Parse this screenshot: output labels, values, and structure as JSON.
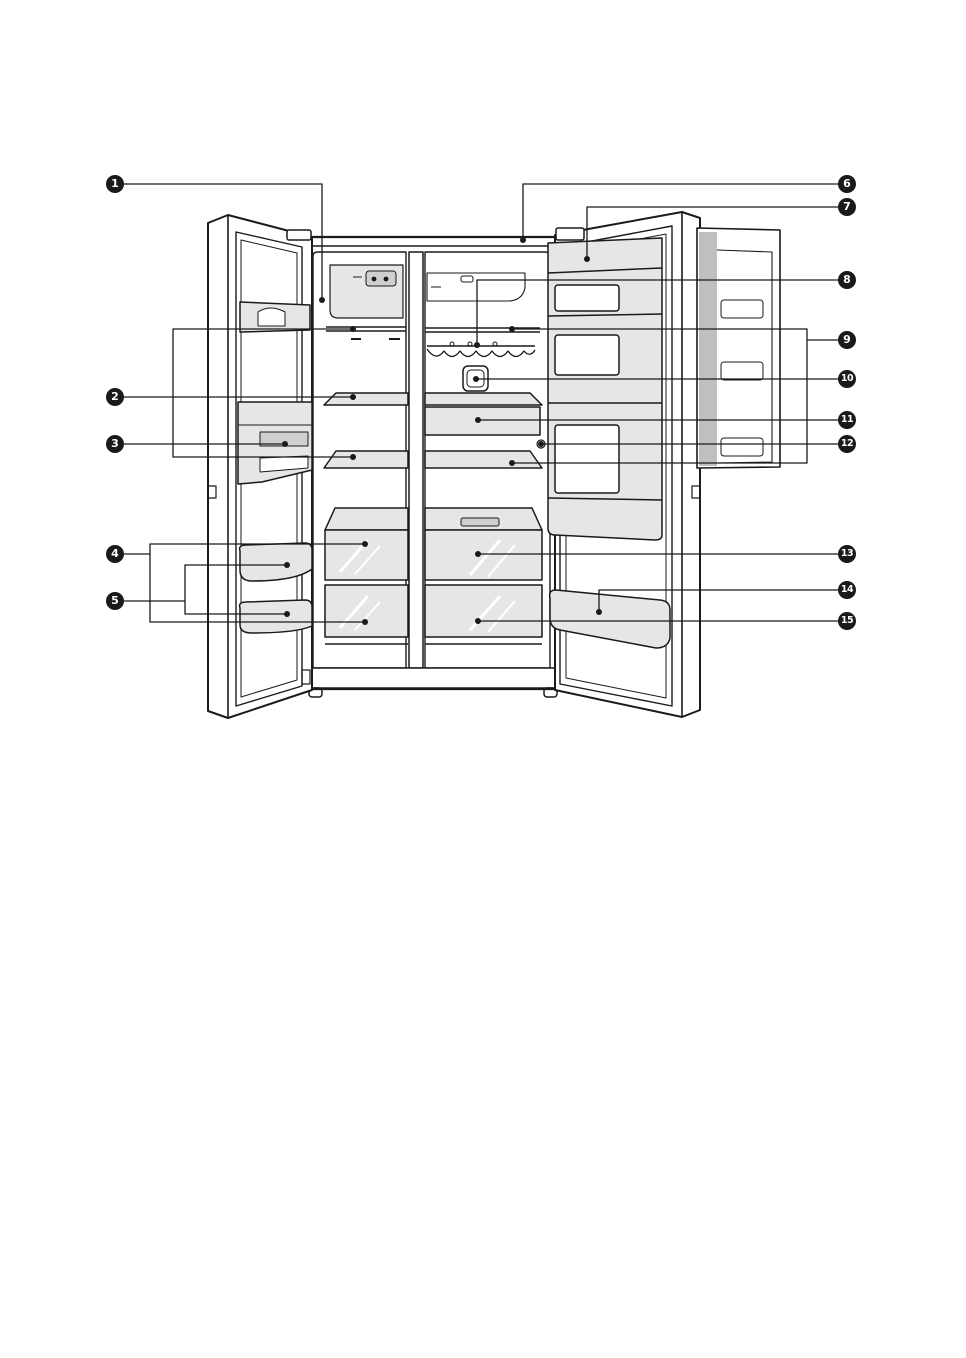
{
  "diagram": {
    "colors": {
      "line": "#1a1a1a",
      "part": "#e6e6e6",
      "part_dark": "#cfcfcf",
      "door_shadow": "#bfbfbf",
      "badge": "#1a1a1a"
    },
    "callouts": [
      {
        "id": "c1",
        "label": "1"
      },
      {
        "id": "c2",
        "label": "2"
      },
      {
        "id": "c3",
        "label": "3"
      },
      {
        "id": "c4",
        "label": "4"
      },
      {
        "id": "c5",
        "label": "5"
      },
      {
        "id": "c6",
        "label": "6"
      },
      {
        "id": "c7",
        "label": "7"
      },
      {
        "id": "c8",
        "label": "8"
      },
      {
        "id": "c9",
        "label": "9"
      },
      {
        "id": "c10",
        "label": "10"
      },
      {
        "id": "c11",
        "label": "11"
      },
      {
        "id": "c12",
        "label": "12"
      },
      {
        "id": "c13",
        "label": "13"
      },
      {
        "id": "c14",
        "label": "14"
      },
      {
        "id": "c15",
        "label": "15"
      }
    ]
  }
}
